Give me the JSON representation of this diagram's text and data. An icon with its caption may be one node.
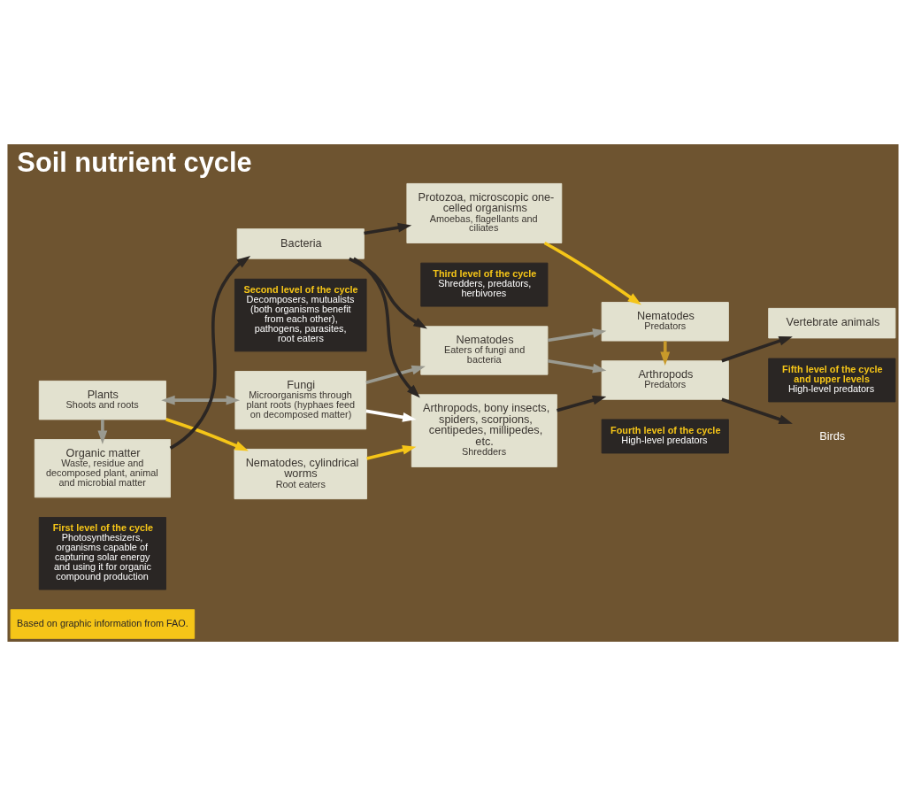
{
  "diagram": {
    "title": "Soil nutrient cycle",
    "caption": "Based on graphic information from FAO.",
    "nodes": [
      {
        "text": [
          "Plants",
          "Shoots and roots"
        ]
      },
      {
        "text": [
          "Organic matter",
          "Waste, residue and decomposed plant, animal and microbial matter"
        ]
      },
      {
        "text": [
          "Nematodes, cylindrical worms",
          "Root eaters"
        ]
      },
      {
        "text": [
          "Fungi",
          "Microorganisms through plant roots (hyphaes feed on decomposed matter)"
        ]
      },
      {
        "text": [
          "Bacteria"
        ]
      },
      {
        "text": [
          "Arthropods, bony insects, spiders, scorpions, centipedes, millipedes, etc.",
          "Shredders"
        ]
      },
      {
        "text": [
          "Nematodes",
          "Eaters of fungi and bacteria"
        ]
      },
      {
        "text": [
          "Protozoa, microscopic one-celled organisms",
          "Amoebas, flagellants and ciliates"
        ]
      },
      {
        "text": [
          "Arthropods",
          "Predators"
        ]
      },
      {
        "text": [
          "Nematodes",
          "Predators"
        ]
      },
      {
        "text": [
          "Birds"
        ]
      },
      {
        "text": [
          "Vertebrate animals"
        ]
      }
    ],
    "edges": [
      {
        "from": 0,
        "to": 2,
        "arrow": "to",
        "color": "#f5c518"
      },
      {
        "from": 0,
        "to": 3,
        "arrow": "both",
        "color": "#9a9a90"
      },
      {
        "from": 0,
        "to": 1,
        "arrow": "to",
        "color": "#9a9a90"
      },
      {
        "from": 1,
        "to": 4,
        "arrow": "to"
      },
      {
        "from": 2,
        "to": 5,
        "arrow": "to",
        "color": "#f5c518"
      },
      {
        "from": 3,
        "to": 5,
        "arrow": "to",
        "color": "#ffffff"
      },
      {
        "from": 3,
        "to": 6,
        "arrow": "to",
        "color": "#9a9a90"
      },
      {
        "from": 4,
        "to": 5,
        "arrow": "to"
      },
      {
        "from": 4,
        "to": 6,
        "arrow": "to"
      },
      {
        "from": 4,
        "to": 7,
        "arrow": "to"
      },
      {
        "from": 5,
        "to": 8,
        "arrow": "to"
      },
      {
        "from": 6,
        "to": 8,
        "arrow": "to",
        "color": "#9a9a90"
      },
      {
        "from": 6,
        "to": 9,
        "arrow": "to",
        "color": "#9a9a90"
      },
      {
        "from": 7,
        "to": 9,
        "arrow": "to",
        "color": "#f5c518"
      },
      {
        "from": 9,
        "to": 8,
        "arrow": "to",
        "color": "#c89a2a"
      },
      {
        "from": 8,
        "to": 10,
        "arrow": "to"
      },
      {
        "from": 8,
        "to": 11,
        "arrow": "to"
      }
    ],
    "labels": [
      "First level of the cycle",
      "Photosynthesizers, organisms capable of capturing solar energy and using it for organic compound production",
      "Second level of the cycle",
      "Decomposers, mutualists (both organisms benefit from each other), pathogens, parasites, root eaters",
      "Third level of the cycle",
      "Shredders, predators, herbivores",
      "Fourth level of the cycle",
      "High-level predators",
      "Fifth level of the cycle and upper levels",
      "High-level predators"
    ]
  }
}
